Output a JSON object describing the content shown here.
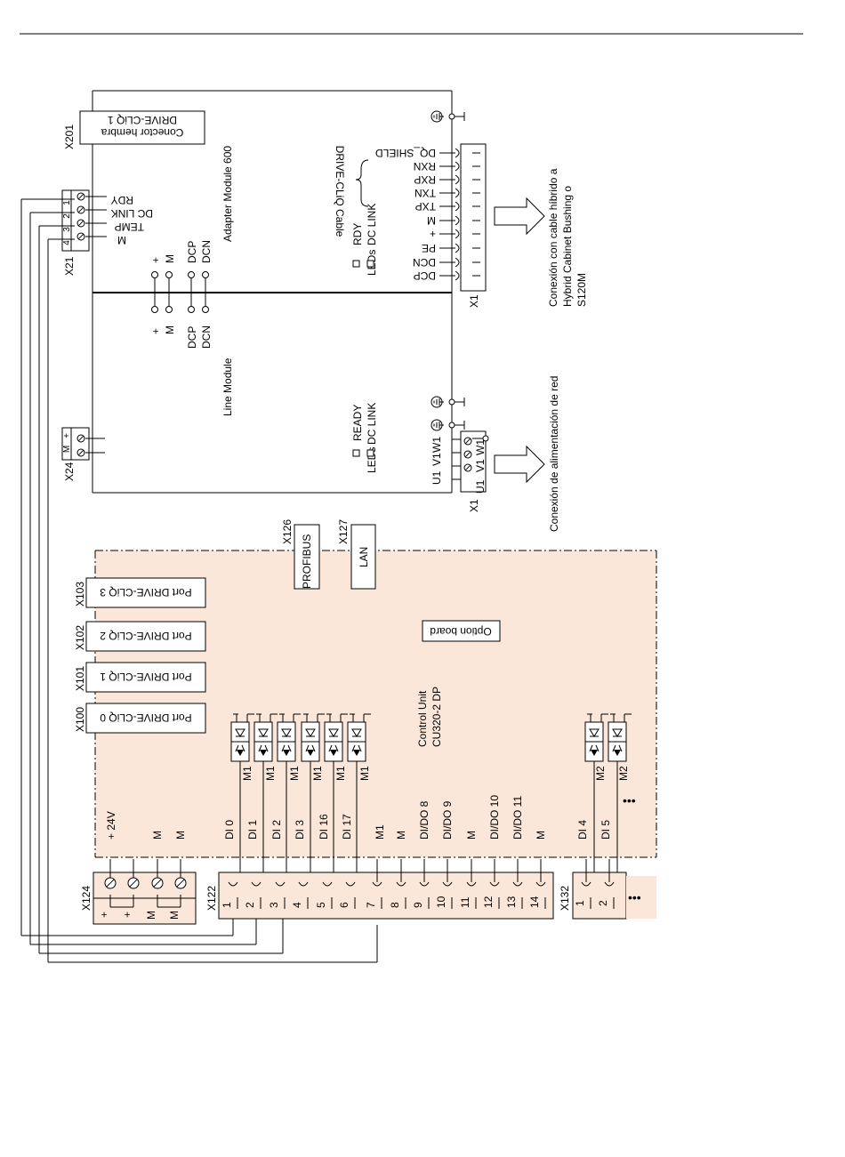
{
  "colors": {
    "peach": "#fbe7d9"
  },
  "adapter": {
    "x201": "X201",
    "connector_line1": "Conector hembra",
    "connector_line2": "DRIVE-CLiQ 1",
    "module_name": "Adapter Module 600",
    "cable_label": "DRIVE-CLiQ Cable",
    "x21": "X21",
    "x21_pins": [
      "1",
      "2",
      "3",
      "4"
    ],
    "x21_signals": [
      "RDY",
      "DC LINK",
      "TEMP",
      "M"
    ],
    "power_terms": [
      "+",
      "M",
      "DCP",
      "DCN"
    ],
    "leds": "LEDs",
    "led_names": [
      "RDY",
      "DC LINK"
    ],
    "x1": "X1",
    "x1_signals": [
      "DQ_SHIELD",
      "RXN",
      "RXP",
      "TXN",
      "TXP",
      "M",
      "+",
      "PE",
      "DCN",
      "DCP"
    ],
    "x1_note": [
      "Conexión con cable híbrido a",
      "Hybrid Cabinet Bushing o",
      "S120M"
    ]
  },
  "line_module": {
    "name": "Line Module",
    "power_terms": [
      "+",
      "M",
      "DCP",
      "DCN"
    ],
    "leds": "LEDs",
    "led_names": [
      "READY",
      "DC LINK"
    ],
    "x24": "X24",
    "x24_pins": [
      "+",
      "M"
    ],
    "x1": "X1",
    "x1_labels": [
      "U1",
      "V1",
      "W1"
    ],
    "x1_note": "Conexión de alimentación de red"
  },
  "control_unit": {
    "name": "Control Unit",
    "model": "CU320-2 DP",
    "x126": "X126",
    "profibus": "PROFIBUS",
    "x127": "X127",
    "lan": "LAN",
    "option_board": "Option board",
    "ports": [
      {
        "id": "X103",
        "label": "Port DRIVE-CLiQ 3"
      },
      {
        "id": "X102",
        "label": "Port DRIVE-CLiQ 2"
      },
      {
        "id": "X101",
        "label": "Port DRIVE-CLiQ 1"
      },
      {
        "id": "X100",
        "label": "Port DRIVE-CLiQ 0"
      }
    ],
    "x124": "X124",
    "x124_pins": [
      "+",
      "+",
      "M",
      "M"
    ],
    "supply_labels": [
      "+ 24V",
      "M",
      "M"
    ],
    "x122": "X122",
    "x122_pins": [
      "1",
      "2",
      "3",
      "4",
      "5",
      "6",
      "7",
      "8",
      "9",
      "10",
      "11",
      "12",
      "13",
      "14"
    ],
    "x122_signals": [
      "DI 0",
      "DI 1",
      "DI 2",
      "DI 3",
      "DI 16",
      "DI 17",
      "M1",
      "M",
      "DI/DO 8",
      "DI/DO 9",
      "M",
      "DI/DO 10",
      "DI/DO 11",
      "M"
    ],
    "opto_commons": [
      "M1",
      "M1",
      "M1",
      "M1",
      "M1",
      "M1"
    ],
    "x132": "X132",
    "x132_pins": [
      "1",
      "2"
    ],
    "x132_signals": [
      "DI 4",
      "DI 5"
    ],
    "x132_commons": [
      "M2",
      "M2"
    ],
    "ellipsis": "•••"
  }
}
